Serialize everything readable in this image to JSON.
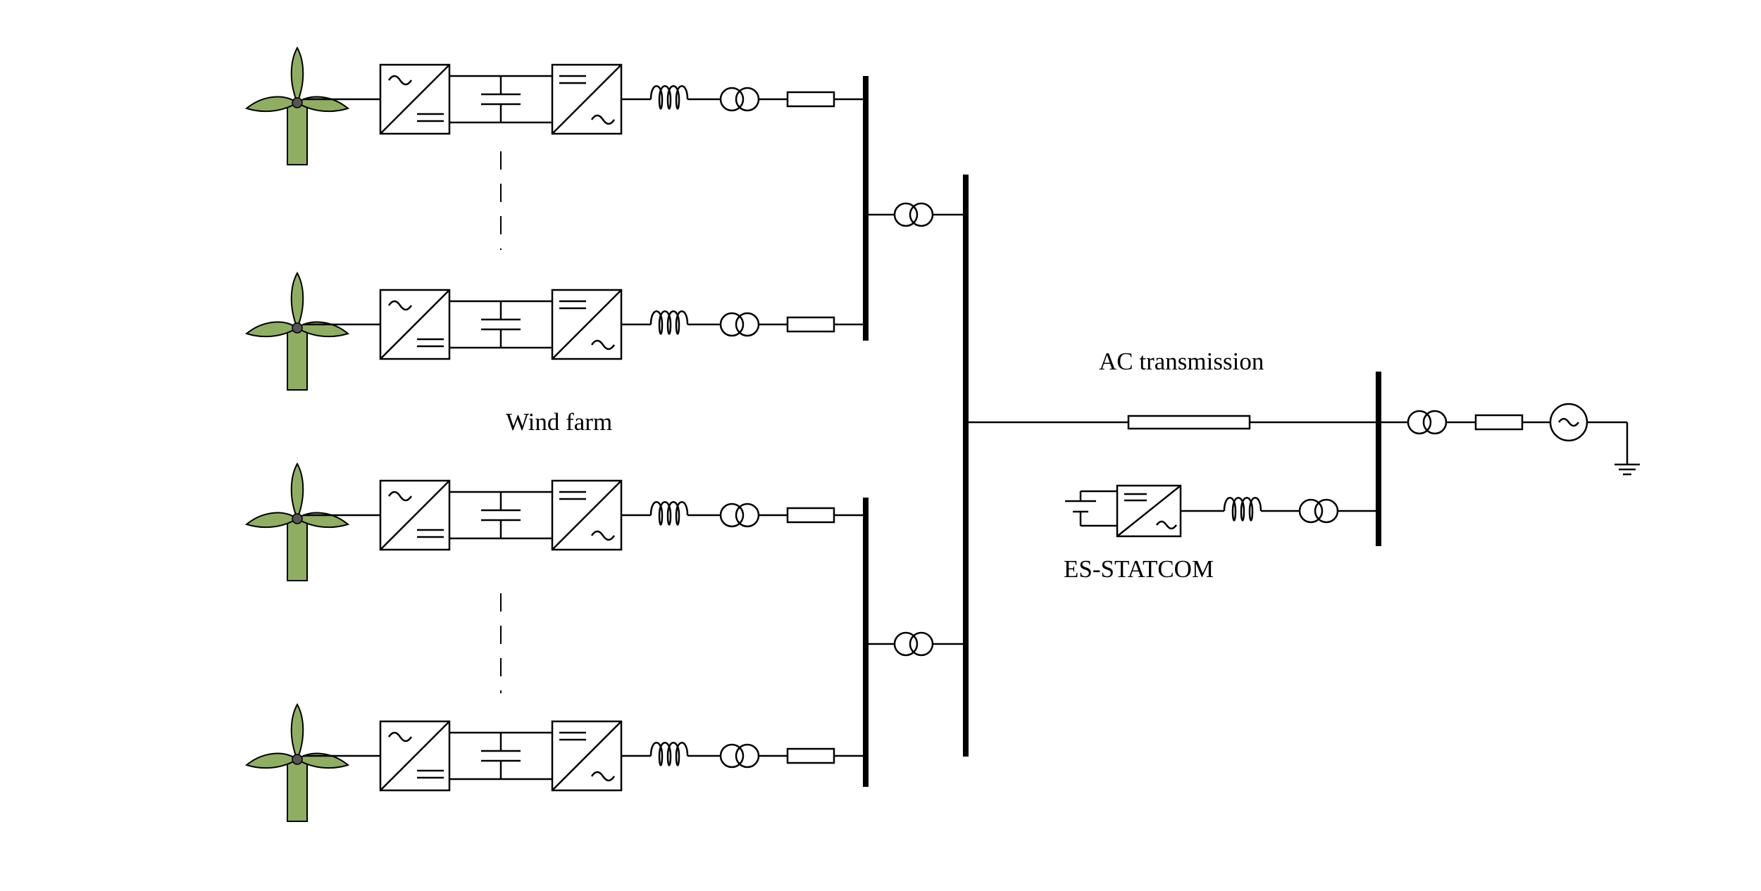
{
  "labels": {
    "wind_farm": "Wind farm",
    "ac_transmission": "AC transmission",
    "es_statcom": "ES-STATCOM"
  },
  "colors": {
    "blade": "#8fae62",
    "hub": "#555555",
    "line": "#000000"
  },
  "icons": {
    "turbine": "wind-turbine-icon",
    "converter": "ac-dc-converter-icon",
    "capacitor": "capacitor-icon",
    "inductor": "inductor-icon",
    "transformer": "transformer-icon",
    "line_impedance": "line-impedance-icon",
    "grid_source": "ac-source-icon",
    "ground": "ground-icon",
    "battery": "battery-icon"
  }
}
